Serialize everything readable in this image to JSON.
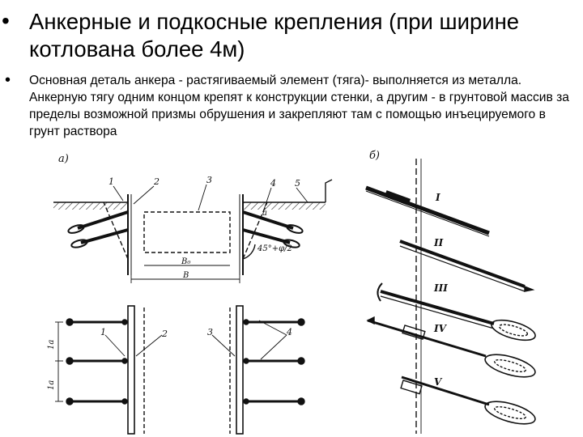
{
  "slide": {
    "title": "Анкерные и подкосные крепления (при ширине котлована более 4м)",
    "bullet_symbol": "•",
    "body": "Основная деталь анкера - растягиваемый элемент (тяга)- выполняется из металла. Анкерную тягу одним концом крепят к конструкции стенки, а другим - в грунтовой массив за пределы возможной призмы обрушения и закрепляют там с помощью инъецируемого в грунт раствора"
  },
  "figure_a": {
    "label": "а)",
    "callouts": [
      "1",
      "2",
      "3",
      "4",
      "5",
      "1",
      "2",
      "3",
      "4"
    ],
    "angle_label": "45°+φ/2",
    "width_labels": [
      "В₀",
      "В"
    ],
    "spacing_labels": [
      "1а",
      "1а"
    ],
    "point_label": "а"
  },
  "figure_b": {
    "label": "б)",
    "stages": [
      "I",
      "II",
      "III",
      "IV",
      "V"
    ]
  }
}
